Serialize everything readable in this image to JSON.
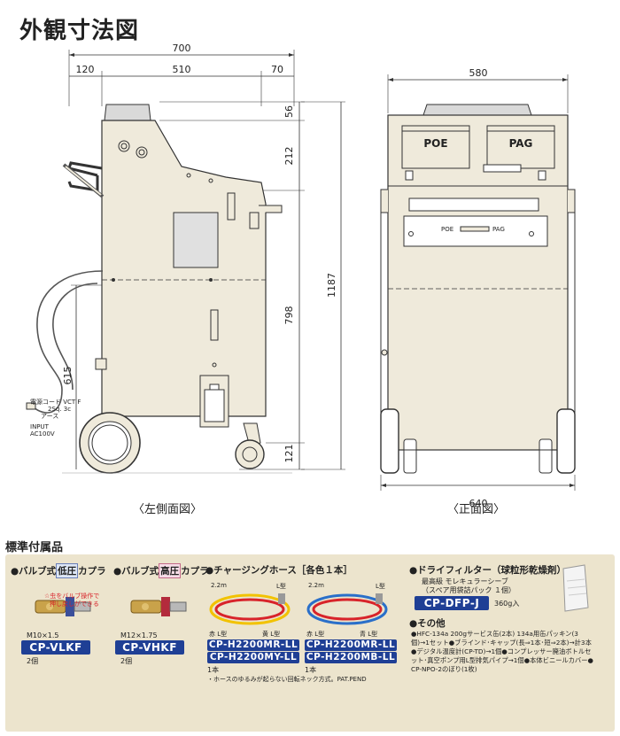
{
  "page": {
    "title": "外観寸法図",
    "caption_left": "〈左側面図〉",
    "caption_right": "〈正面図〉"
  },
  "side_view": {
    "dims": {
      "total_width": "700",
      "left_part": "120",
      "middle_part": "510",
      "right_part": "70",
      "height_top": "56",
      "height_upper": "212",
      "height_main": "798",
      "height_wheel": "121",
      "height_total": "1187",
      "height_hook": "615"
    },
    "cord_label_1": "電源コード VCT F",
    "cord_label_2": "2Sq. 3c",
    "cord_label_3": "アース",
    "cord_label_4": "INPUT",
    "cord_label_5": "AC100V"
  },
  "front_view": {
    "dims": {
      "top_width": "580",
      "bottom_width": "640"
    },
    "label_poe": "POE",
    "label_pag": "PAG",
    "slider_poe": "POE",
    "slider_pag": "PAG"
  },
  "accessories": {
    "heading": "標準付属品",
    "valve_low": {
      "prefix": "バルブ式",
      "tag": "低圧",
      "suffix": "カプラ",
      "note_line1": "☆虫をバルブ操作で",
      "note_line2": "押し戻しができる",
      "size": "M10×1.5",
      "code": "CP-VLKF",
      "qty": "2個"
    },
    "valve_high": {
      "prefix": "バルブ式",
      "tag": "高圧",
      "suffix": "カプラ",
      "size": "M12×1.75",
      "code": "CP-VHKF",
      "qty": "2個"
    },
    "hose": {
      "title": "チャージングホース［各色１本］",
      "left_len": "2.2m",
      "left_ltype": "L型",
      "left_red": "赤 L型",
      "left_yellow": "黄 L型",
      "right_len": "2.2m",
      "right_ltype": "L型",
      "right_red": "赤 L型",
      "right_blue": "青 L型",
      "code1": "CP-H2200MR-LL",
      "code2": "CP-H2200MY-LL",
      "code3": "CP-H2200MR-LL",
      "code4": "CP-H2200MB-LL",
      "qty_left": "1本",
      "qty_right": "1本",
      "note": "・ホースのゆるみが起らない回転ネック方式。PAT.PEND"
    },
    "dryer": {
      "title": "ドライフィルター（球粒形乾燥剤）",
      "desc_line1": "最高級 モレキュラーシーブ",
      "desc_line2": "（スペア用袋詰パック １個）",
      "code": "CP-DFP-J",
      "weight": "360g入"
    },
    "others": {
      "title": "その他",
      "line1": "●HFC-134a 200gサービス缶(2本) 134a用缶パッキン(3",
      "line2": "個)→1セット●ブラインド･キャップ(長⇒1本･短⇒2本)→計3本",
      "line3": "●デジタル温度計(CP-TD)→1個●コンプレッサー廃油ボトルセ",
      "line4": "ット･真空ポンプ用L型排気パイプ→1個●本体ビニールカバー●",
      "line5": "CP-NPO-2のぼり(1枚)"
    }
  },
  "colors": {
    "machine_body": "#efeadb",
    "outline": "#333333",
    "panel": "#ece4cd",
    "code_box": "#1f3f95",
    "hose_red": "#d8232a",
    "hose_yellow": "#f2c200",
    "hose_blue": "#2a6fc9"
  }
}
